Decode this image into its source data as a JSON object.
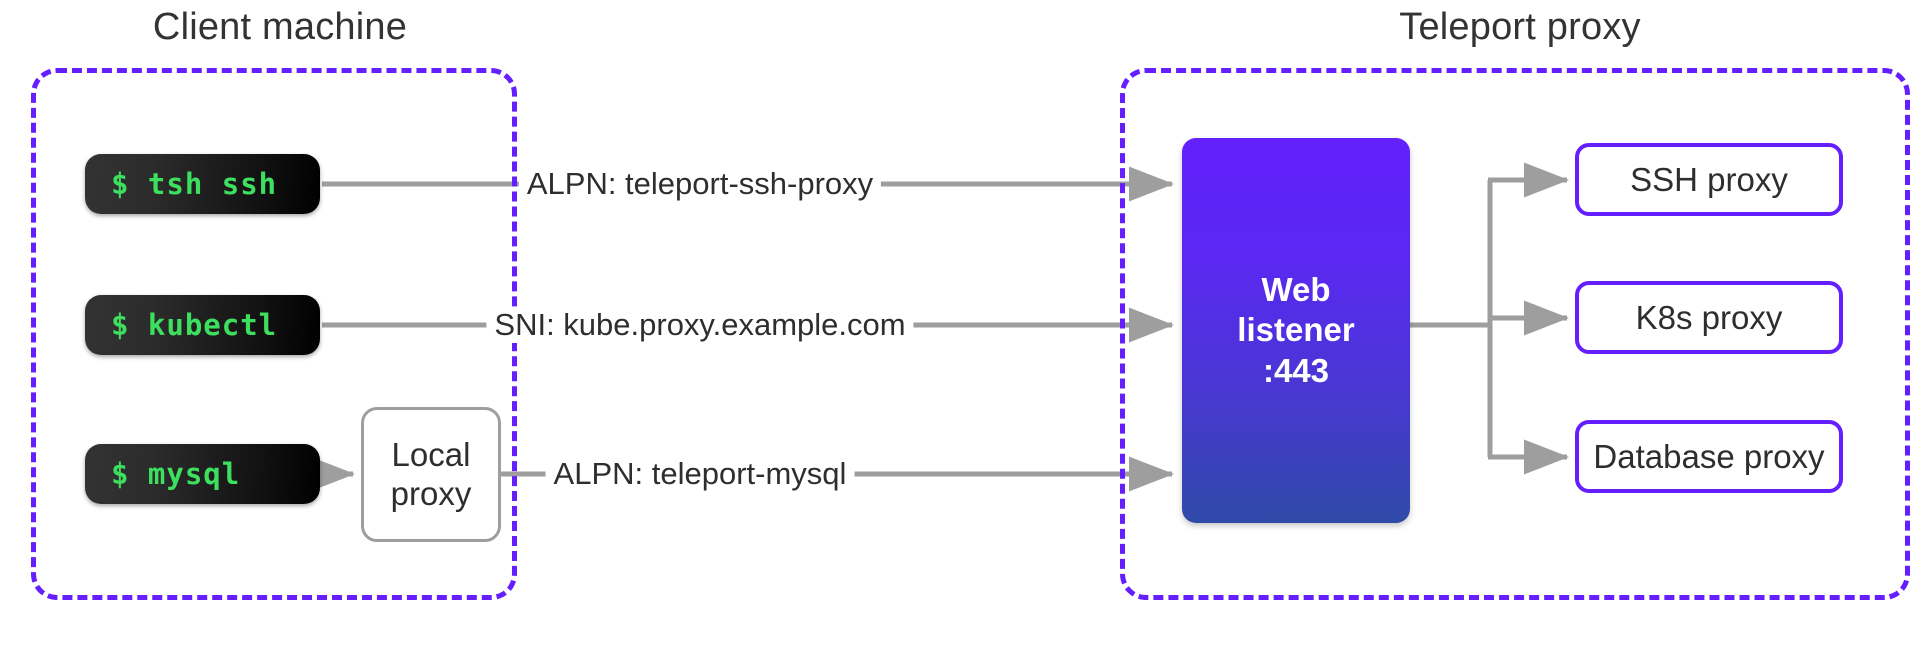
{
  "diagram": {
    "title_client": "Client machine",
    "title_proxy": "Teleport proxy",
    "colors": {
      "group_border": "#651FFF",
      "proxy_border": "#651FFF",
      "arrow": "#9e9e9e",
      "terminal_text": "#3CE05E",
      "listener_gradient_top": "#6220FB",
      "listener_gradient_bottom": "#2F4AA8",
      "label_text": "#2E2E2E"
    }
  },
  "client": {
    "terminals": [
      {
        "command": "$ tsh ssh"
      },
      {
        "command": "$ kubectl"
      },
      {
        "command": "$ mysql"
      }
    ],
    "local_proxy": {
      "line1": "Local",
      "line2": "proxy"
    }
  },
  "edges": [
    {
      "label": "ALPN: teleport-ssh-proxy"
    },
    {
      "label": "SNI: kube.proxy.example.com"
    },
    {
      "label": "ALPN: teleport-mysql"
    }
  ],
  "proxy": {
    "web_listener": {
      "line1": "Web",
      "line2": "listener",
      "line3": ":443"
    },
    "services": [
      {
        "label": "SSH proxy"
      },
      {
        "label": "K8s proxy"
      },
      {
        "label": "Database proxy"
      }
    ]
  }
}
